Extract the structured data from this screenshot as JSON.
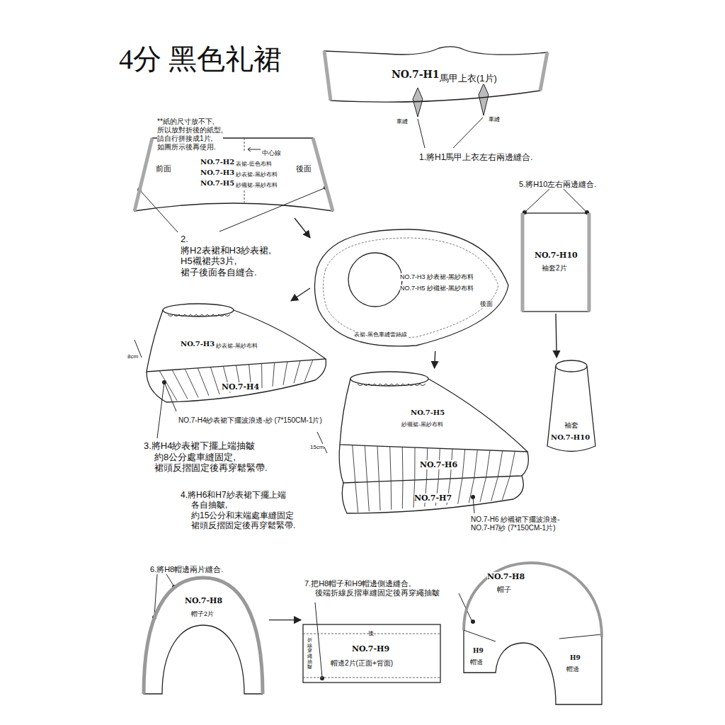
{
  "diagram": {
    "title": "4分 黑色礼裙",
    "nodes": [
      {
        "text": [
          "NO.7-H1",
          "馬甲上衣(1片)"
        ]
      },
      {
        "text": [
          "前面",
          "中心線",
          "NO.7-H2",
          "表裙-藍色布料",
          "NO.7-H3",
          "紗表裙-黑紗布料",
          "NO.7-H5",
          "紗襯裙-黑紗布料",
          "後面"
        ]
      },
      {
        "text": [
          "NO.7-H3 紗表裙-黑紗布料",
          "NO.7-H5 紗襯裙-黑紗布料",
          "後面",
          "表裙-黑色車縫蕾絲線"
        ]
      },
      {
        "text": [
          "NO.7-H10",
          "袖套2片"
        ]
      },
      {
        "text": [
          "袖套",
          "NO.7-H10"
        ]
      },
      {
        "text": [
          "NO.7-H3",
          "紗表裙-黑紗布料",
          "NO.7-H4"
        ]
      },
      {
        "text": [
          "NO.7-H5",
          "紗襯裙-黑紗布料",
          "NO.7-H6",
          "NO.7-H7"
        ]
      },
      {
        "text": [
          "NO.7-H8",
          "帽子2片"
        ]
      },
      {
        "text": [
          "後",
          "折線穿繩抽皺",
          "NO.7-H9",
          "帽邊2片(正面+背面)"
        ]
      },
      {
        "text": [
          "NO.7-H8",
          "帽子",
          "H9",
          "帽邊",
          "H9",
          "帽邊"
        ]
      }
    ],
    "edges": [
      {
        "from": 1,
        "to": 2,
        "arrow": "to"
      },
      {
        "from": 2,
        "to": 5,
        "arrow": "to"
      },
      {
        "from": 2,
        "to": 6,
        "arrow": "to"
      },
      {
        "from": 3,
        "to": 4,
        "arrow": "to"
      },
      {
        "from": 7,
        "to": 8,
        "arrow": "to"
      }
    ],
    "labels": [
      "車縫",
      "車縫",
      "**紙的尺寸放不下,所以放對折後的紙型, 請自行拼接成1片,如圖所示後再使用.",
      "1.將H1馬甲上衣左右兩邊縫合.",
      "2.將H2表裙和H3紗表裙, H5襯裙共3片, 裙子後面各自縫合.",
      "5.將H10左右兩邊縫合.",
      "8cm",
      "NO.7-H4紗表裙下擺波浪邊-紗 (7*150CM-1片)",
      "3.將H4紗表裙下擺上端抽皺 約8公分處車縫固定, 裙頭反摺固定後再穿鬆緊帶.",
      "15cm",
      "4.將H6和H7紗表裙下擺上端 各自抽皺,約15公分和末端處車縫固定 裙頭反摺固定後再穿鬆緊帶.",
      "NO.7-H6 紗襯裙下擺波浪邊- NO.7-H7紗 (7*150CM-1片)",
      "6.將H8帽邊兩片縫合.",
      "7.把H8帽子和H9帽邊側邊縫合, 後端折線反摺車縫固定後再穿繩抽皺"
    ]
  }
}
